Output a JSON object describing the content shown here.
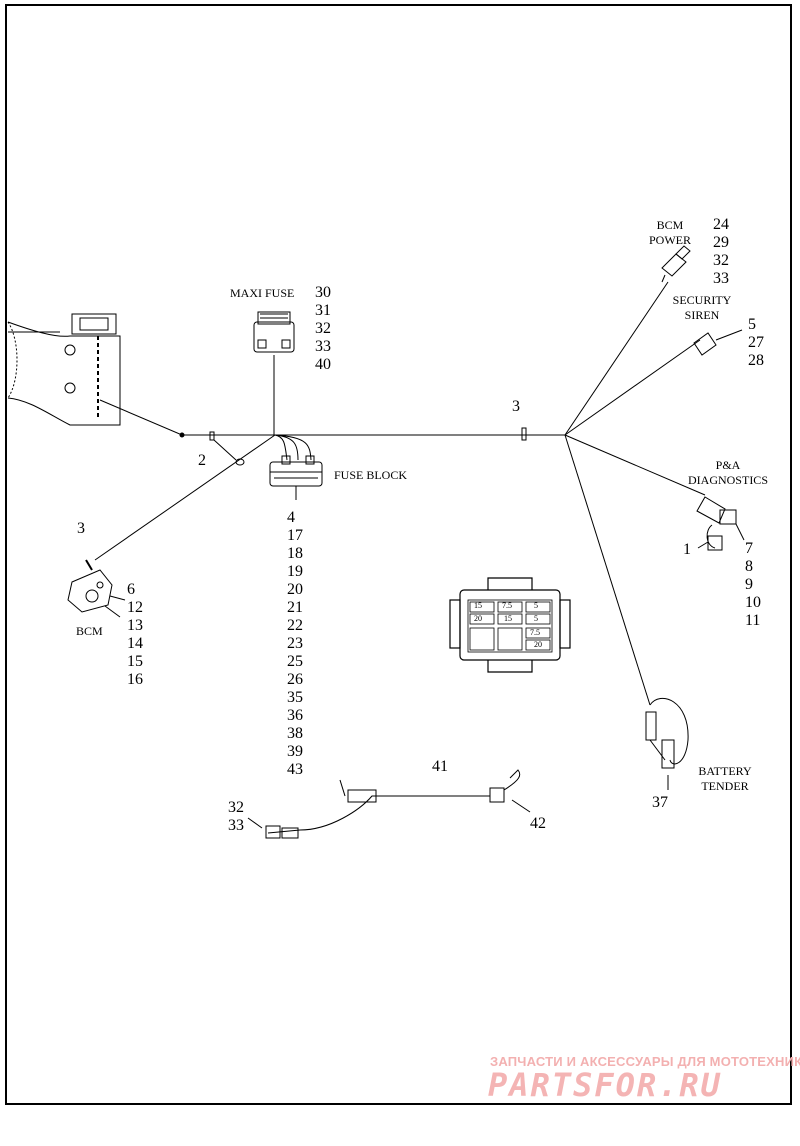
{
  "labels": {
    "maxi_fuse": "MAXI FUSE",
    "fuse_block": "FUSE BLOCK",
    "bcm": "BCM",
    "bcm_power_1": "BCM",
    "bcm_power_2": "POWER",
    "security_1": "SECURITY",
    "security_2": "SIREN",
    "pa_1": "P&A",
    "pa_2": "DIAGNOSTICS",
    "battery_1": "BATTERY",
    "battery_2": "TENDER"
  },
  "callouts": {
    "maxi_fuse": [
      "30",
      "31",
      "32",
      "33",
      "40"
    ],
    "fuse_block": [
      "4",
      "17",
      "18",
      "19",
      "20",
      "21",
      "22",
      "23",
      "25",
      "26",
      "35",
      "36",
      "38",
      "39",
      "43"
    ],
    "bcm_top": "3",
    "bcm_side": [
      "6",
      "12",
      "13",
      "14",
      "15",
      "16"
    ],
    "item2": "2",
    "item3_main": "3",
    "bcm_power": [
      "24",
      "29",
      "32",
      "33"
    ],
    "siren": [
      "5",
      "27",
      "28"
    ],
    "pa_left": "1",
    "pa_right": [
      "7",
      "8",
      "9",
      "10",
      "11"
    ],
    "battery": "37",
    "item41": "41",
    "item42": "42",
    "bottom_left": [
      "32",
      "33"
    ]
  },
  "fuse_inset": {
    "cells": [
      "15",
      "7.5",
      "5",
      "20",
      "15",
      "5",
      "7.5",
      "20"
    ]
  },
  "watermark": {
    "top": "ЗАПЧАСТИ И АКСЕССУАРЫ ДЛЯ МОТОТЕХНИКИ",
    "logo": "PARTSFOR.RU"
  }
}
